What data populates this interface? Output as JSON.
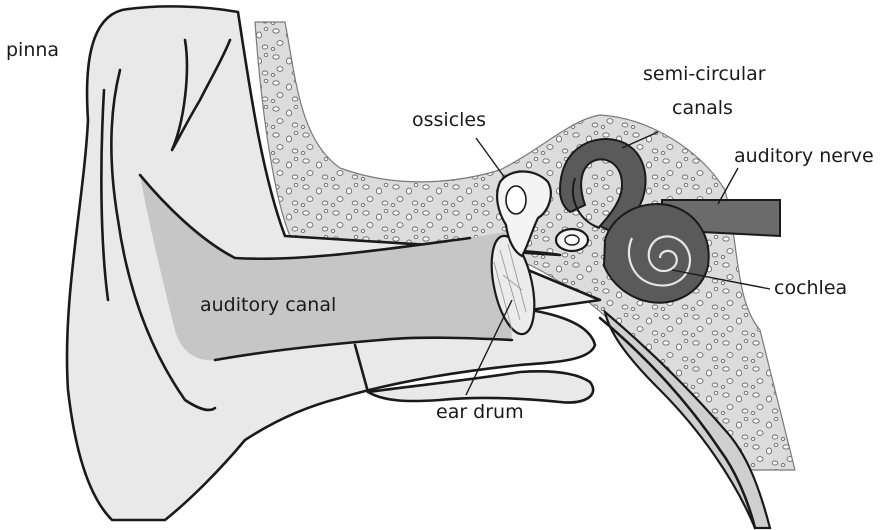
{
  "diagram": {
    "labels": {
      "pinna": "pinna",
      "semicircular_line1": "semi-circular",
      "semicircular_line2": "canals",
      "ossicles": "ossicles",
      "auditory_nerve": "auditory nerve",
      "auditory_canal": "auditory canal",
      "cochlea": "cochlea",
      "ear_drum": "ear drum"
    },
    "colors": {
      "skin": "#e9e9e9",
      "canal": "#c6c6c6",
      "bone": "#dcdcdc",
      "inner_ear": "#5a5a5a",
      "nerve": "#6b6b6b",
      "ossicle": "#f4f4f4",
      "outline": "#1a1a1a"
    }
  }
}
